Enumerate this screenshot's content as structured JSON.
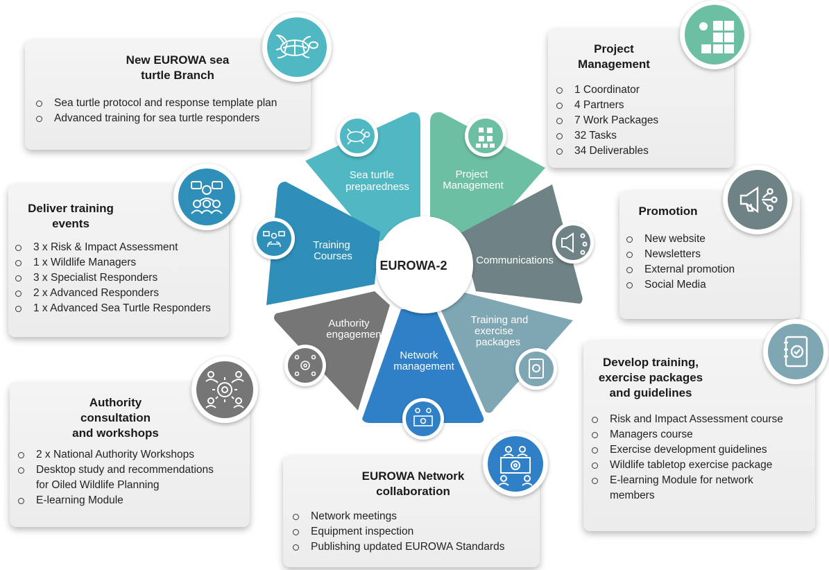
{
  "center": {
    "label": "EUROWA-2"
  },
  "segments": {
    "sea_turtle": {
      "lines": [
        "Sea turtle",
        "preparedness"
      ]
    },
    "project_management": {
      "lines": [
        "Project",
        "Management"
      ]
    },
    "communications": {
      "lines": [
        "Communications"
      ]
    },
    "training_exercise": {
      "lines": [
        "Training and",
        "exercise",
        "packages"
      ]
    },
    "network_management": {
      "lines": [
        "Network",
        "management"
      ]
    },
    "authority_engagement": {
      "lines": [
        "Authority",
        "engagement"
      ]
    },
    "training_courses": {
      "lines": [
        "Training",
        "Courses"
      ]
    }
  },
  "cards": {
    "sea_turtle": {
      "title_lines": [
        "New EUROWA sea",
        "turtle Branch"
      ],
      "items": [
        "Sea turtle protocol and response template plan",
        "Advanced training for sea turtle responders"
      ]
    },
    "project": {
      "title_lines": [
        "Project",
        "Management"
      ],
      "items": [
        "1 Coordinator",
        "4 Partners",
        "7 Work Packages",
        "32 Tasks",
        "34 Deliverables"
      ]
    },
    "training_events": {
      "title_lines": [
        "Deliver training",
        "events"
      ],
      "items": [
        "3 x Risk & Impact Assessment",
        "1 x Wildlife Managers",
        "3 x Specialist Responders",
        "2 x Advanced Responders",
        "1 x Advanced Sea Turtle Responders"
      ]
    },
    "promotion": {
      "title_lines": [
        "Promotion"
      ],
      "items": [
        "New website",
        "Newsletters",
        "External promotion",
        "Social Media"
      ]
    },
    "authority": {
      "title_lines": [
        "Authority",
        "consultation",
        "and workshops"
      ],
      "items": [
        "2 x National Authority Workshops",
        "Desktop study and recommendations",
        "for Oiled Wildlife Planning",
        "E-learning Module"
      ]
    },
    "develop": {
      "title_lines": [
        "Develop training,",
        "exercise packages",
        "and guidelines"
      ],
      "items": [
        "Risk and Impact Assessment course",
        "Managers course",
        "Exercise development guidelines",
        "Wildlife tabletop exercise package",
        "E-learning Module for network",
        "members"
      ]
    },
    "network": {
      "title_lines": [
        "EUROWA Network",
        "collaboration"
      ],
      "items": [
        "Network meetings",
        "Equipment inspection",
        "Publishing updated EUROWA Standards"
      ]
    }
  },
  "colors": {
    "teal": "#4fb8c3",
    "green": "#6dbfa3",
    "slate": "#6f8285",
    "steel": "#7ea6b3",
    "blue": "#2f80c6",
    "gray": "#767676",
    "ocean": "#2f8fb8"
  },
  "icons": [
    "sea-turtle-icon",
    "management-dashboard-icon",
    "megaphone-share-icon",
    "guideline-document-icon",
    "network-meeting-icon",
    "authority-gear-icon",
    "training-classroom-icon"
  ]
}
